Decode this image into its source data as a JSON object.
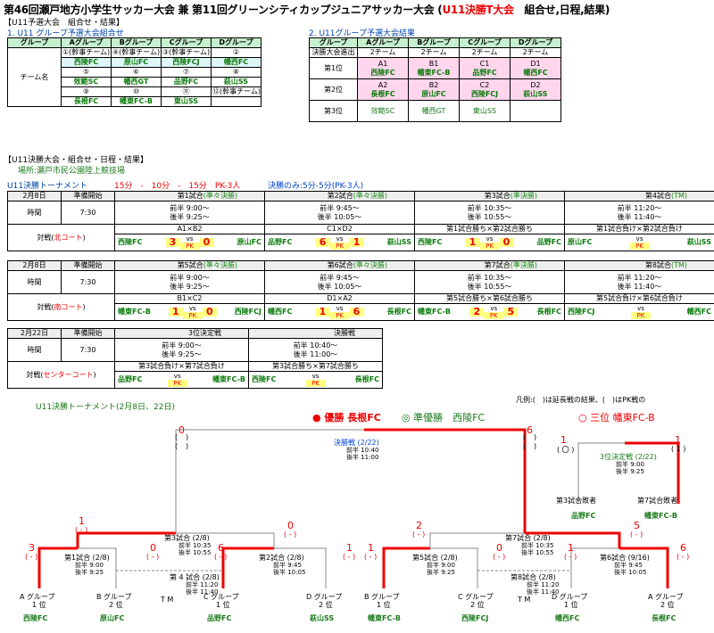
{
  "title": {
    "main": "第46回瀬戸地方小学生サッカー大会 兼 第11回グリーンシティカップジュニアサッカー大会 (",
    "red": "U11決勝T大会",
    "tail": "　組合せ,日程,結果)"
  },
  "sec1": "【U11予選大会　組合せ・結果】",
  "sub1": "1. U11 グループ予選大会組合せ",
  "sub2": "2. U11グループ予選大会結果",
  "group_headers": [
    "グループ",
    "Aグループ",
    "Bグループ",
    "Cグループ",
    "Dグループ"
  ],
  "group_rows": [
    [
      "①(幹事チーム)",
      "④(幹事チーム)",
      "③(幹事チーム)",
      "②"
    ],
    [
      "西陵FC",
      "原山FC",
      "西陵FCJ",
      "幡西FC"
    ],
    [
      "⑤",
      "⑥",
      "⑦",
      "⑧"
    ],
    [
      "效範SC",
      "幡西GT",
      "品野FC",
      "萩山SS"
    ],
    [
      "⑨",
      "⑩",
      "⑪",
      "⑫(幹事チーム)"
    ],
    [
      "長根FC",
      "幡東FC-B",
      "東山SS",
      ""
    ]
  ],
  "team_label": "チーム名",
  "res_headers": [
    "グループ",
    "Aグループ",
    "Bグループ",
    "Cグループ",
    "Dグループ"
  ],
  "res_advance": [
    "決勝大会進出",
    "2チーム",
    "2チーム",
    "2チーム",
    "2チーム"
  ],
  "res_rows": [
    {
      "label": "第1位",
      "cells": [
        [
          "A1",
          "西陵FC"
        ],
        [
          "B1",
          "幡東FC-B"
        ],
        [
          "C1",
          "品野FC"
        ],
        [
          "D1",
          "幡西FC"
        ]
      ]
    },
    {
      "label": "第2位",
      "cells": [
        [
          "A2",
          "長根FC"
        ],
        [
          "B2",
          "原山FC"
        ],
        [
          "C2",
          "西陵FCJ"
        ],
        [
          "D2",
          "萩山SS"
        ]
      ]
    },
    {
      "label": "第3位",
      "cells": [
        [
          "",
          "效範SC"
        ],
        [
          "",
          "幡西GT"
        ],
        [
          "",
          "東山SS"
        ],
        [
          "",
          ""
        ]
      ]
    }
  ],
  "sec2": "【U11決勝大会・組合せ・日程・結果】",
  "place": "場所:瀬戸市民公園陸上競技場",
  "tourney_title": "U11決勝トーナメント",
  "time_rule": "15分　-　10分　-　15分　PK-3人",
  "final_rule": "決勝のみ:5分-5分(PK-3人)",
  "day1": {
    "date": "2月8日",
    "prep": "準備開始",
    "prep_time": "7:30",
    "time_label": "時間",
    "court_label": "対戦(",
    "court": "北コート",
    "court_end": ")",
    "matches": [
      {
        "name": "第1試合",
        "stage": "(準々決勝)",
        "first": "前半 9:00～",
        "second": "後半 9:25～",
        "pair": "A1×B2",
        "left": "西陵FC",
        "right": "原山FC",
        "ls": "3",
        "rs": "0",
        "pk": "PK"
      },
      {
        "name": "第2試合",
        "stage": "(準々決勝)",
        "first": "前半 9:45～",
        "second": "後半 10:05～",
        "pair": "C1×D2",
        "left": "品野FC",
        "right": "萩山SS",
        "ls": "6",
        "rs": "1",
        "pk": "PK"
      },
      {
        "name": "第3試合",
        "stage": "(準決勝)",
        "first": "前半 10:35～",
        "second": "後半 10:55～",
        "pair": "第1試合勝ち×第2試合勝ち",
        "left": "西陵FC",
        "right": "品野FC",
        "ls": "1",
        "rs": "0",
        "pk": "PK"
      },
      {
        "name": "第4試合",
        "stage": "(TM)",
        "first": "前半 11:20～",
        "second": "後半 11:40～",
        "pair": "第1試合負け×第2試合負け",
        "left": "原山FC",
        "right": "萩山SS",
        "ls": "",
        "rs": "",
        "pk": "PK"
      }
    ]
  },
  "day2": {
    "date": "2月8日",
    "prep": "準備開始",
    "prep_time": "7:30",
    "time_label": "時間",
    "court_label": "対戦(",
    "court": "南コート",
    "court_end": ")",
    "matches": [
      {
        "name": "第5試合",
        "stage": "(準々決勝)",
        "first": "前半 9:00～",
        "second": "後半 9:25～",
        "pair": "B1×C2",
        "left": "幡東FC-B",
        "right": "西陵FCJ",
        "ls": "1",
        "rs": "0",
        "pk": "PK"
      },
      {
        "name": "第6試合",
        "stage": "(準々決勝)",
        "first": "前半 9:45～",
        "second": "後半 10:05～",
        "pair": "D1×A2",
        "left": "幡西FC",
        "right": "長根FC",
        "ls": "1",
        "rs": "6",
        "pk": "PK"
      },
      {
        "name": "第7試合",
        "stage": "(準決勝)",
        "first": "前半 10:35～",
        "second": "後半 10:55～",
        "pair": "第5試合勝ち×第6試合勝ち",
        "left": "幡東FC-B",
        "right": "長根FC",
        "ls": "2",
        "rs": "5",
        "pk": "PK"
      },
      {
        "name": "第8試合",
        "stage": "(TM)",
        "first": "前半 11:20～",
        "second": "後半 11:40～",
        "pair": "第5試合負け×第6試合負け",
        "left": "西陵FCJ",
        "right": "幡西FC",
        "ls": "",
        "rs": "",
        "pk": "PK"
      }
    ]
  },
  "day3": {
    "date": "2月22日",
    "prep": "準備開始",
    "prep_time": "7:30",
    "time_label": "時間",
    "court_label": "対戦(",
    "court": "センターコート",
    "court_end": ")",
    "matches": [
      {
        "name": "3位決定戦",
        "stage": "",
        "first": "前半 9:00～",
        "second": "後半 9:25～",
        "pair": "第3試合負け×第7試合負け",
        "left": "品野FC",
        "right": "幡東FC-B",
        "ls": "",
        "rs": "",
        "pk": "PK"
      },
      {
        "name": "決勝戦",
        "stage": "",
        "first": "前半 10:40～",
        "second": "後半 11:00～",
        "pair": "第3試合勝ち×第7試合勝ち",
        "left": "西陵FC",
        "right": "長根FC",
        "ls": "",
        "rs": "",
        "pk": "PK"
      }
    ]
  },
  "bracket": {
    "title": "U11決勝トーナメント(2月8日、22日)",
    "legend": "凡例:(　)は延長戦の結果、(　)はPK戦の",
    "winner": "● 優勝 長根FC",
    "runner": "◎ 準優勝　西陵FC",
    "third": "○ 三位 幡東FC-B",
    "final_label": "決勝戦 (2/22)",
    "final_t1": "前半 10:40",
    "final_t2": "後半 11:00",
    "third_label": "3位決定戦 (2/22)",
    "third_t1": "前半 9:00",
    "third_t2": "後半 9:25",
    "loser3": "第3試合敗者",
    "loser3_team": "品野FC",
    "loser7": "第7試合敗者",
    "loser7_team": "幡東FC-B",
    "m3": "第3試合 (2/8)",
    "m3t1": "前半 10:35",
    "m3t2": "後半 10:55",
    "m7": "第7試合 (2/8)",
    "m7t1": "前半 10:35",
    "m7t2": "後半 10:55",
    "m1": "第1試合 (2/8)",
    "m1t1": "前半 9:00",
    "m1t2": "後半 9:25",
    "m2": "第2試合 (2/8)",
    "m2t1": "前半 9:45",
    "m2t2": "後半 10:05",
    "m5": "第5試合 (2/8)",
    "m5t1": "前半 9:00",
    "m5t2": "後半 9:25",
    "m6": "第6試合 (9/16)",
    "m6t1": "前半 9:45",
    "m6t2": "後半 10:05",
    "m4": "第 4 試合 (2/8)",
    "m4t1": "前半 11:20",
    "m4t2": "後半 11:40",
    "m8": "第8試合 (2/8)",
    "m8t1": "前半 11:20",
    "m8t2": "後半 11:40",
    "tm": "T M",
    "leaves": [
      {
        "g": "A グループ",
        "p": "1 位",
        "t": "西陵FC"
      },
      {
        "g": "B グループ",
        "p": "2 位",
        "t": "原山FC"
      },
      {
        "g": "C グループ",
        "p": "1 位",
        "t": "品野FC"
      },
      {
        "g": "D グループ",
        "p": "2 位",
        "t": "萩山SS"
      },
      {
        "g": "B グループ",
        "p": "1 位",
        "t": "幡東FC-B"
      },
      {
        "g": "C グループ",
        "p": "2 位",
        "t": "西陵FCJ"
      },
      {
        "g": "D グループ",
        "p": "1 位",
        "t": "幡西FC"
      },
      {
        "g": "A グループ",
        "p": "2 位",
        "t": "長根FC"
      }
    ],
    "scores": {
      "s1l": "3",
      "s1r": "0",
      "s2l": "6",
      "s2r": "1",
      "s5l": "1",
      "s5r": "0",
      "s6l": "1",
      "s6r": "6",
      "s3l": "1",
      "s3r": "0",
      "s7l": "2",
      "s7r": "5",
      "sfl": "0",
      "sfr": "6",
      "stl": "1",
      "str": "1"
    },
    "paren": "( - )",
    "paren_o": "( 〇 )",
    "paren1": "( 1 )"
  }
}
